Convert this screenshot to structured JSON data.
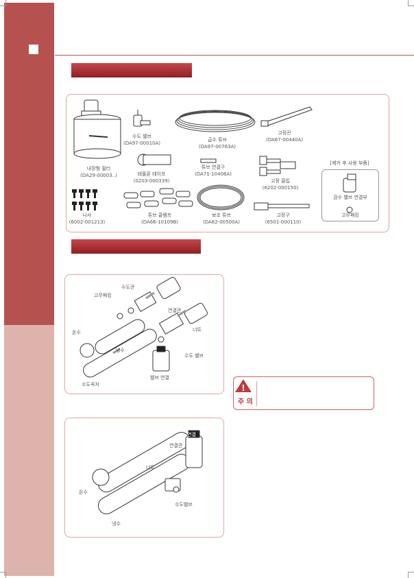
{
  "parts": {
    "filter": "내장형 필터",
    "filter_code": "(DA29-00003..)",
    "valve": "수도 밸브",
    "valve_code": "(DA97-00010A)",
    "tube": "급수 튜브",
    "tube_code": "(DA97-00763A)",
    "cable_tie": "고정끈",
    "cable_tie_code": "(DA67-00440A)",
    "tape": "테플론 테이프",
    "tape_code": "(0203-000339)",
    "connector": "튜브 연결구",
    "connector_code": "(DA71-10406A)",
    "clip": "고정 클립",
    "clip_code": "(6202-000150)",
    "screws": "나사",
    "screws_code": "(6002-001213)",
    "tube_clamp": "튜브 클램프",
    "tube_clamp_code": "(DA66-10109B)",
    "sub_tube": "보조 튜브",
    "sub_tube_code": "(DA62-00500A)",
    "fixer": "고정구",
    "fixer_code": "(6501-000110)",
    "remove_title": "[제거 후 사용 부품]",
    "remove_item1": "감수 밸브 연결부",
    "remove_item2": "고무패킹"
  },
  "diagram1": {
    "packing": "고무패킹",
    "valve_conn": "수도관",
    "adapter": "연결관",
    "nut": "너트",
    "water_valve": "수도 밸브",
    "hot": "온수",
    "cold": "냉수",
    "faucet": "수도꼭지",
    "callout": "밸브 연결"
  },
  "diagram2": {
    "adapter": "연결관",
    "nut": "너트",
    "hot": "온수",
    "cold": "냉수",
    "water_valve": "수도밸브",
    "callout": "연결"
  },
  "caution": {
    "word": "주 의"
  }
}
